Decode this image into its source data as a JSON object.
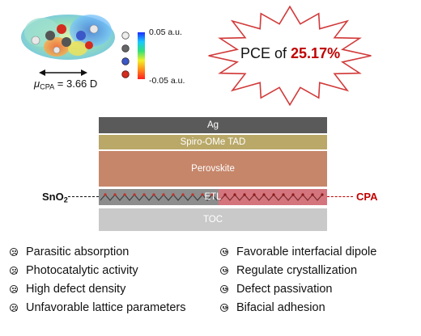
{
  "molecule": {
    "dipole_prefix": "μ",
    "dipole_sub": "CPA",
    "dipole_value": " = 3.66 D"
  },
  "esp_scale": {
    "max": "0.05 a.u.",
    "min": "-0.05 a.u."
  },
  "burst": {
    "prefix": "PCE of ",
    "value": "25.17%"
  },
  "stack": {
    "ag": "Ag",
    "spiro": "Spiro-OMe TAD",
    "perovskite": "Perovskite",
    "etl": "ETL",
    "toc": "TOC",
    "left_label_main": "SnO",
    "left_label_sub": "2",
    "right_label": "CPA"
  },
  "cons": [
    "Parasitic absorption",
    "Photocatalytic activity",
    "High defect density",
    "Unfavorable lattice parameters"
  ],
  "pros": [
    "Favorable interfacial dipole",
    "Regulate crystallization",
    "Defect passivation",
    "Bifacial adhesion"
  ],
  "colors": {
    "accent_red": "#c00000",
    "ag": "#5a5a5a",
    "spiro": "#b9a868",
    "perovskite": "#c6866a",
    "toc": "#c9c9c9"
  }
}
